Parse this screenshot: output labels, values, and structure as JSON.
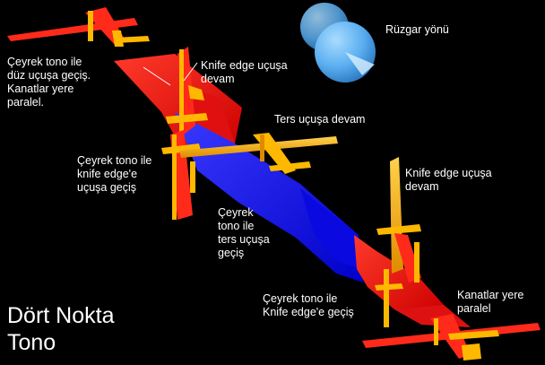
{
  "title": "Dört Nokta\nTono",
  "wind_label": "Rüzgar yönü",
  "labels": {
    "step1": "Çeyrek tono ile\ndüz uçuşa geçiş.\nKanatlar yere\nparalel.",
    "knife_edge_1": "Knife edge uçuşa\ndevam",
    "inverted": "Ters uçuşa devam",
    "step2": "Çeyrek tono ile\nknife edge'e\nuçuşa geçiş",
    "step3": "Çeyrek\ntono ile\nters uçuşa\ngeçiş",
    "knife_edge_2": "Knife edge uçuşa\ndevam",
    "step4": "Çeyrek tono ile\nKnife edge'e geçiş",
    "wings_level": "Kanatlar yere\nparalel"
  },
  "colors": {
    "background": "#000000",
    "ribbon_red": "#ff1a1a",
    "ribbon_blue": "#1a1aff",
    "plane_red": "#ff2a1a",
    "plane_yellow": "#ffb800",
    "globe": "#5aaef0",
    "text": "#ffffff"
  }
}
